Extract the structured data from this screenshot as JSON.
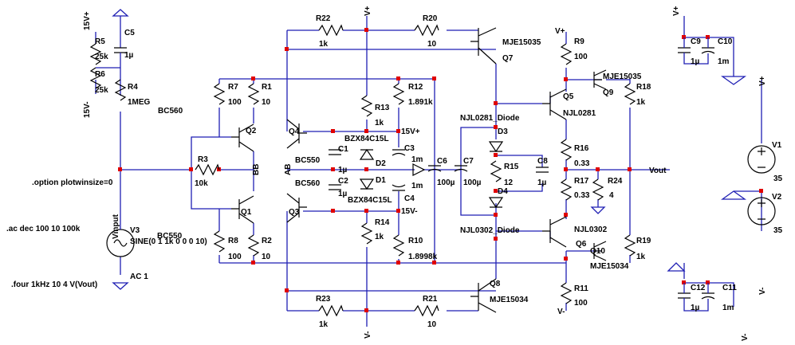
{
  "components": {
    "R5": {
      "name": "R5",
      "value": "25k"
    },
    "R6": {
      "name": "R6",
      "value": "25k"
    },
    "C5": {
      "name": "C5",
      "value": "1µ"
    },
    "R4": {
      "name": "R4",
      "value": "1MEG"
    },
    "R7": {
      "name": "R7",
      "value": "100"
    },
    "R1": {
      "name": "R1",
      "value": "10"
    },
    "R3": {
      "name": "R3",
      "value": "10k"
    },
    "R8": {
      "name": "R8",
      "value": "100"
    },
    "R2": {
      "name": "R2",
      "value": "10"
    },
    "R22": {
      "name": "R22",
      "value": "1k"
    },
    "R20": {
      "name": "R20",
      "value": "10"
    },
    "R12": {
      "name": "R12",
      "value": "1.891k"
    },
    "R13": {
      "name": "R13",
      "value": "1k"
    },
    "R14": {
      "name": "R14",
      "value": "1k"
    },
    "R10": {
      "name": "R10",
      "value": "1.8998k"
    },
    "R23": {
      "name": "R23",
      "value": "1k"
    },
    "R21": {
      "name": "R21",
      "value": "10"
    },
    "C1": {
      "name": "C1",
      "value": "1µ"
    },
    "C2": {
      "name": "C2",
      "value": "1µ"
    },
    "C3": {
      "name": "C3",
      "value": "1m"
    },
    "C4": {
      "name": "C4",
      "value": "1m"
    },
    "C6": {
      "name": "C6",
      "value": "100µ"
    },
    "C7": {
      "name": "C7",
      "value": "100µ"
    },
    "C8": {
      "name": "C8",
      "value": "1µ"
    },
    "R15": {
      "name": "R15",
      "value": "12"
    },
    "R9": {
      "name": "R9",
      "value": "100"
    },
    "R18": {
      "name": "R18",
      "value": "1k"
    },
    "R16": {
      "name": "R16",
      "value": "0.33"
    },
    "R17": {
      "name": "R17",
      "value": "0.33"
    },
    "R24": {
      "name": "R24",
      "value": "4"
    },
    "R19": {
      "name": "R19",
      "value": "1k"
    },
    "R11": {
      "name": "R11",
      "value": "100"
    },
    "C9": {
      "name": "C9",
      "value": "1µ"
    },
    "C10": {
      "name": "C10",
      "value": "1m"
    },
    "C12": {
      "name": "C12",
      "value": "1µ"
    },
    "C11": {
      "name": "C11",
      "value": "1m"
    },
    "V1": {
      "name": "V1",
      "value": "35"
    },
    "V2": {
      "name": "V2",
      "value": "35"
    },
    "V3": {
      "name": "V3",
      "value": "SINE(0 1 1k 0 0 0 10)",
      "extra": "AC 1"
    }
  },
  "transistors": {
    "Q1": "Q1",
    "Q2": "Q2",
    "Q3": "Q3",
    "Q4": "Q4",
    "Q5": "Q5",
    "Q6": "Q6",
    "Q7": "Q7",
    "Q8": "Q8",
    "Q9": "Q9",
    "Q10": "Q10",
    "bc560_a": "BC560",
    "bc550_a": "BC550",
    "bc550_b": "BC550",
    "bc560_b": "BC560",
    "mje15035_a": "MJE15035",
    "mje15035_b": "MJE15035",
    "mje15034_a": "MJE15034",
    "mje15034_b": "MJE15034",
    "njl0281": "NJL0281",
    "njl0302": "NJL0302"
  },
  "diodes": {
    "D1": "D1",
    "D2": "D2",
    "D3": "D3",
    "D4": "D4",
    "bzx_a": "BZX84C15L",
    "bzx_b": "BZX84C15L",
    "njl0281_diode": "NJL0281_Diode",
    "njl0302_diode": "NJL0302_Diode"
  },
  "nets": {
    "v15p_rot": "15V+",
    "v15m_rot": "15V-",
    "vplus_top": "V+",
    "vminus_bottom": "V-",
    "v15p_mid": "15V+",
    "v15m_mid": "15V-",
    "vplus_r9": "V+",
    "vminus_r11": "V-",
    "vplus_right": "V+",
    "vminus_right": "V-",
    "vinput": "Vinput",
    "vout": "Vout",
    "bb": "BB",
    "ab": "AB"
  },
  "directives": {
    "plotwin": ".option plotwinsize=0",
    "ac": ".ac dec 100 10 100k",
    "four": ".four 1kHz 10 4 V(Vout)"
  }
}
